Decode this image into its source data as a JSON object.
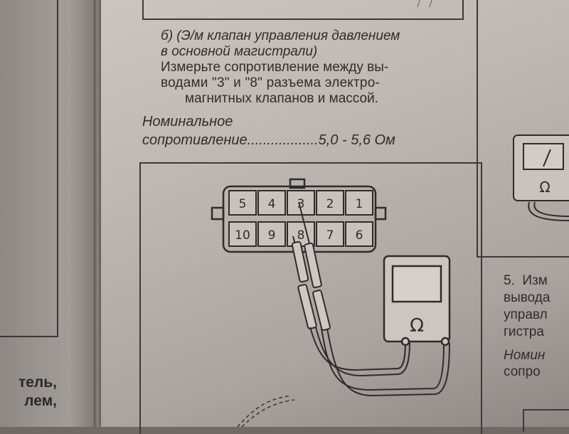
{
  "left_page": {
    "fragments": [
      "тель,",
      "лем,"
    ]
  },
  "section": {
    "heading_line1": "б) (Э/м клапан управления давлением",
    "heading_line2": "в основной магистрали)",
    "instruction_line1": "Измерьте сопротивление между вы-",
    "instruction_line2": "водами \"3\" и \"8\" разъема электро-",
    "instruction_line3": "магнитных клапанов и массой."
  },
  "spec": {
    "label": "Номинальное",
    "name": "сопротивление",
    "dots": "..................",
    "value": "5,0 - 5,6 Ом"
  },
  "connector": {
    "top_row": [
      "5",
      "4",
      "3",
      "2",
      "1"
    ],
    "bottom_row": [
      "10",
      "9",
      "8",
      "7",
      "6"
    ]
  },
  "meter": {
    "symbol": "Ω"
  },
  "right_page": {
    "meter_symbol": "Ω",
    "step_number": "5.",
    "lines": [
      "Изм",
      "вывода",
      "управл",
      "гистра"
    ],
    "nominal_fragment": "Номин",
    "resist_fragment": "сопро"
  }
}
